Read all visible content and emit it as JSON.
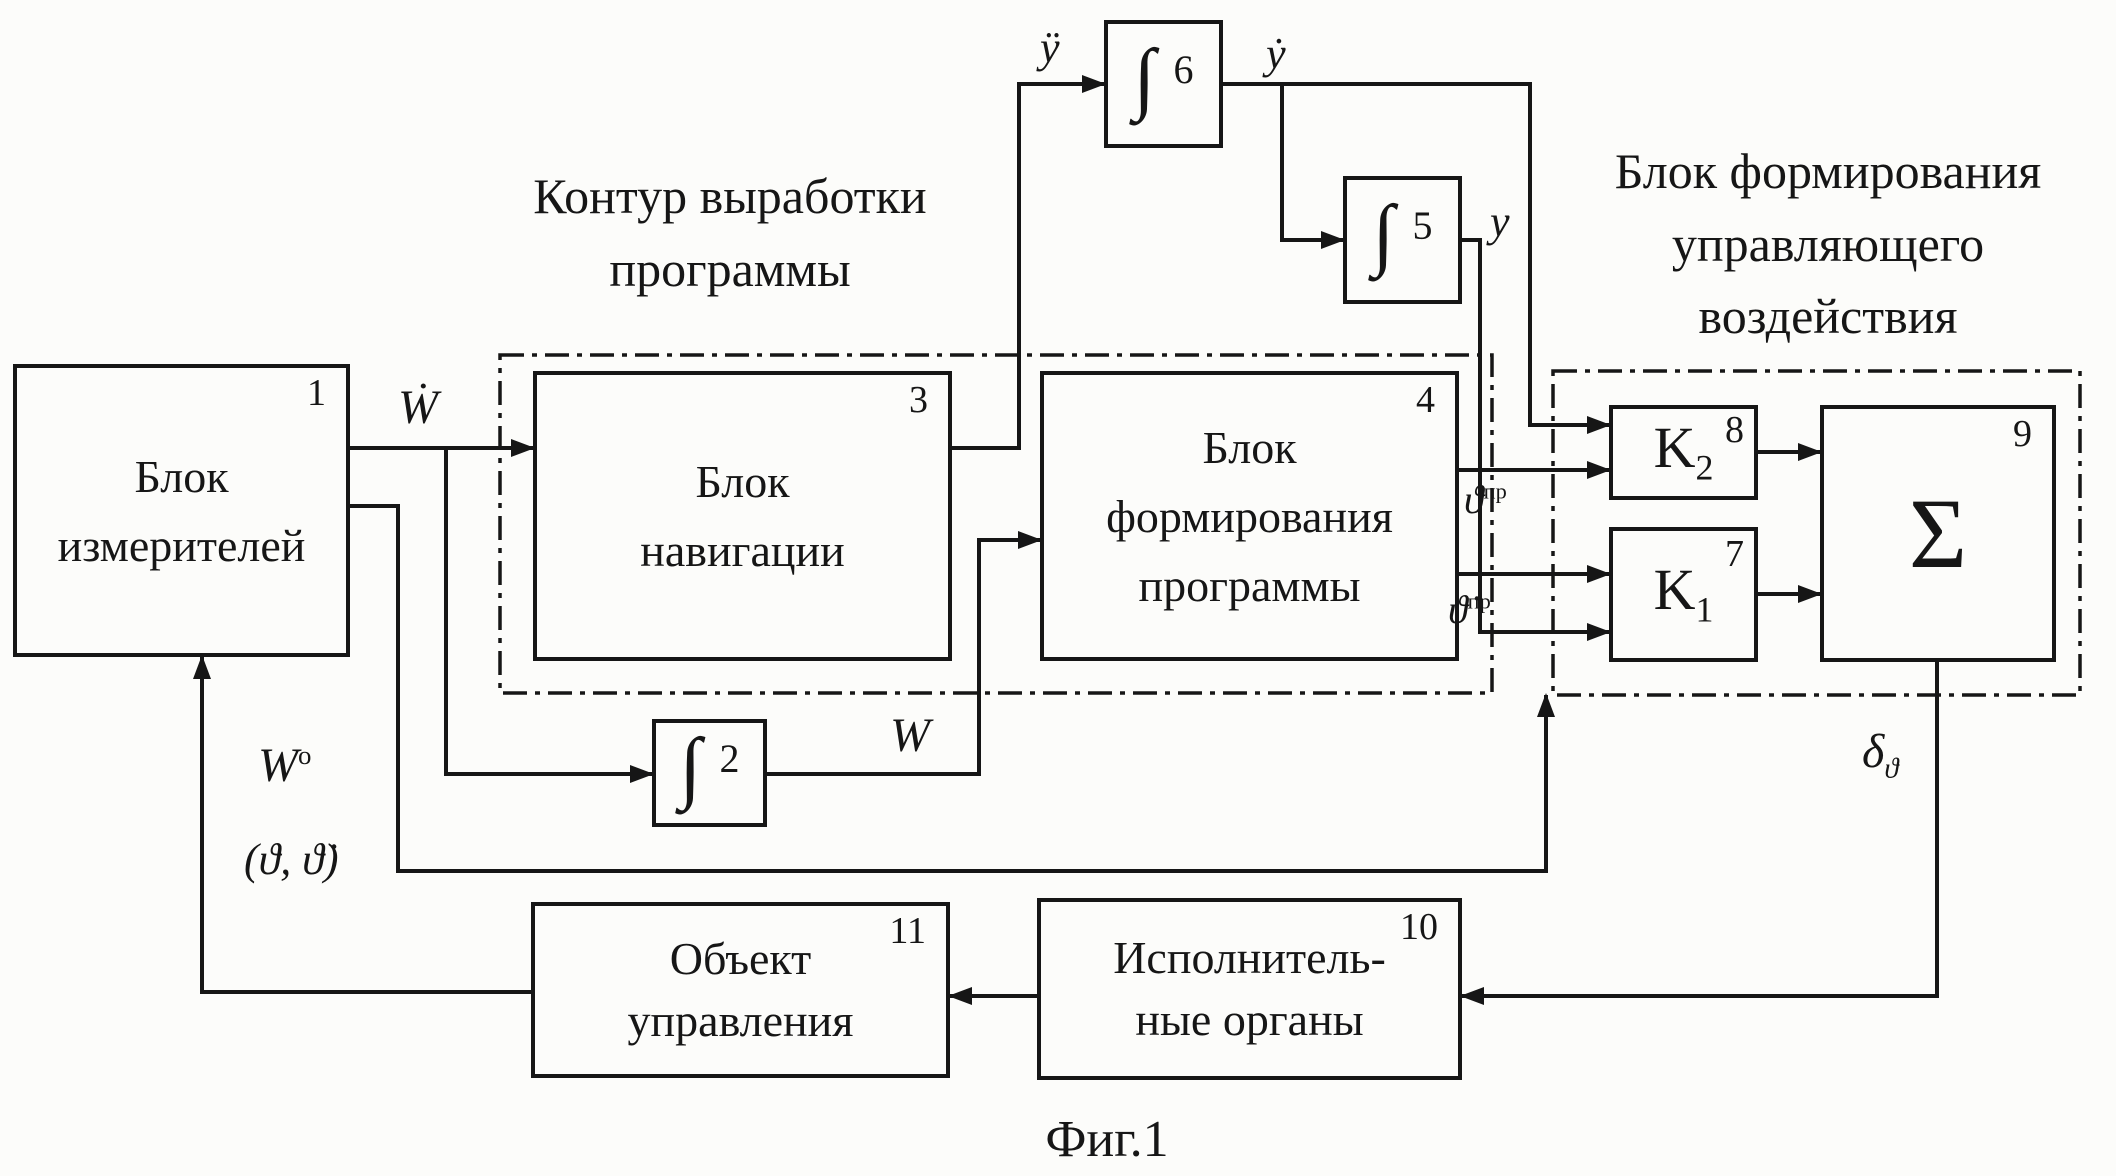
{
  "diagram": {
    "caption": "Фиг.1"
  },
  "titles": {
    "program_contour": {
      "line1": "Контур выработки",
      "line2": "программы"
    },
    "control_action_block": {
      "line1": "Блок формирования",
      "line2": "управляющего",
      "line3": "воздействия"
    }
  },
  "blocks": {
    "measurers": {
      "line1": "Блок",
      "line2": "измерителей",
      "number": "1"
    },
    "navigation": {
      "line1": "Блок",
      "line2": "навигации",
      "number": "3"
    },
    "program_formation": {
      "line1": "Блок",
      "line2": "формирования",
      "line3": "программы",
      "number": "4"
    },
    "integrator_top": {
      "symbol": "∫",
      "number": "6"
    },
    "integrator_mid": {
      "symbol": "∫",
      "number": "5"
    },
    "integrator_low": {
      "symbol": "∫",
      "number": "2"
    },
    "gain_k2": {
      "base": "K",
      "sub": "2",
      "number": "8"
    },
    "gain_k1": {
      "base": "K",
      "sub": "1",
      "number": "7"
    },
    "summator": {
      "symbol": "Σ",
      "number": "9"
    },
    "actuators": {
      "line1": "Исполнитель-",
      "line2": "ные органы",
      "number": "10"
    },
    "control_object": {
      "line1": "Объект",
      "line2": "управления",
      "number": "11"
    }
  },
  "signals": {
    "w_dot": "Ẇ",
    "y_ddot": "ÿ",
    "y_dot": "ẏ",
    "y": "y",
    "w": "W",
    "theta_program": {
      "base": "ϑ",
      "sup": "пр"
    },
    "theta_dot_program": {
      "base": "ϑ̇",
      "sup": "пр"
    },
    "delta_theta": {
      "base": "δ",
      "sub": "ϑ"
    },
    "w_initial": {
      "base": "W",
      "sup": "o"
    },
    "theta_pair": "(ϑ, ϑ̇)"
  },
  "colors": {
    "ink": "#161616",
    "background": "#fcfcfa"
  }
}
